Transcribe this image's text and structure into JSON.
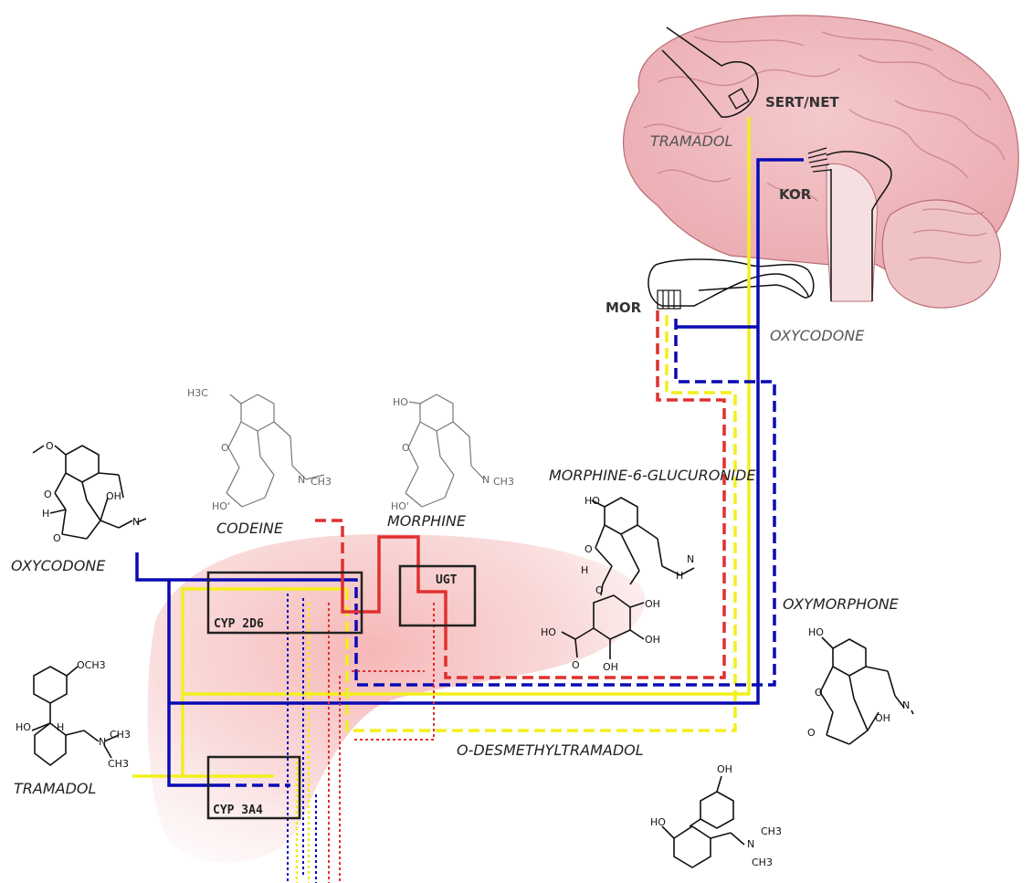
{
  "labels": {
    "sert_net": "SERT/NET",
    "tramadol_brain": "TRAMADOL",
    "kor": "KOR",
    "mor": "MOR",
    "oxycodone_brain": "OXYCODONE",
    "m6g": "MORPHINE-6-GLUCURONIDE",
    "oxycodone": "OXYCODONE",
    "codeine": "CODEINE",
    "morphine": "MORPHINE",
    "oxymorphone": "OXYMORPHONE",
    "tramadol": "TRAMADOL",
    "odt": "O-DESMETHYLTRAMADOL"
  },
  "enzymes": {
    "cyp2d6": "CYP 2D6",
    "ugt": "UGT",
    "cyp3a4": "CYP 3A4"
  },
  "atoms": {
    "o": "O",
    "oh": "OH",
    "ho": "HO",
    "n": "N",
    "h": "H",
    "ch3": "CH3",
    "h3c": "H3C",
    "och3": "OCH3",
    "ho_prime": "HO'"
  },
  "colors": {
    "oxycodone_path": "#0a0ab4",
    "tramadol_path": "#f2ef1c",
    "codeine_path": "#e03030",
    "liver": "#f4b8b8",
    "brain": "#f3c4c8"
  }
}
